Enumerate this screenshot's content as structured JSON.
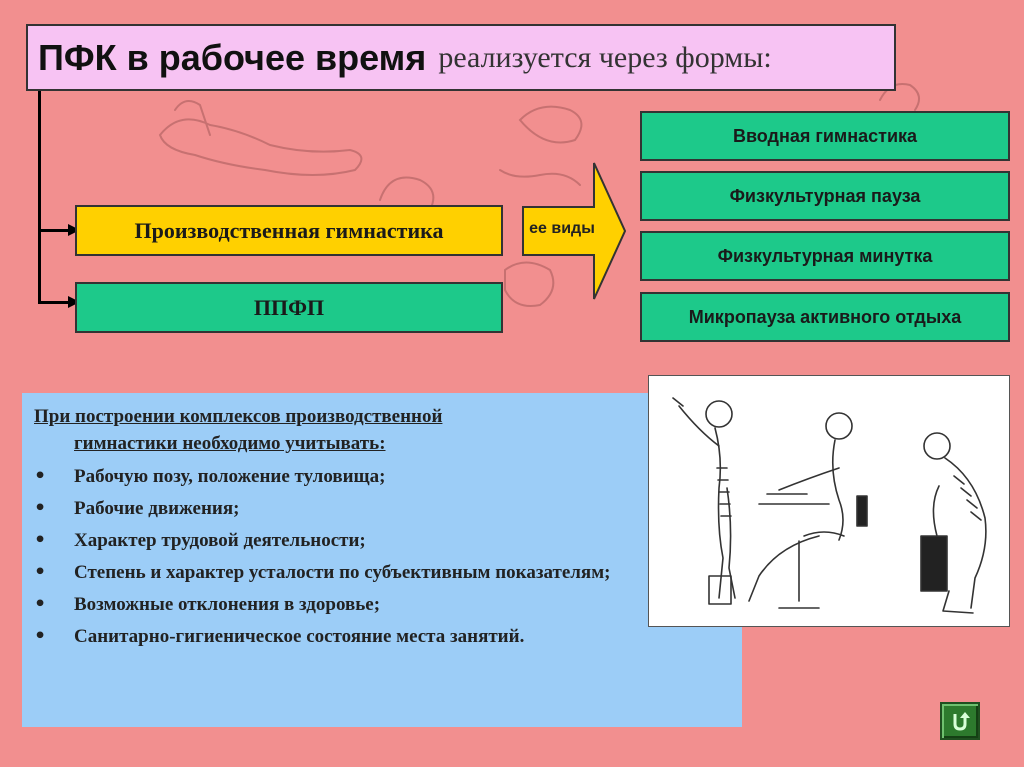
{
  "slide": {
    "title": {
      "main": "ПФК в рабочее время",
      "rest": "реализуется через формы:"
    },
    "branches": [
      {
        "label": "Производственная гимнастика"
      },
      {
        "label": "ППФП"
      }
    ],
    "arrow_label": "ее виды",
    "forms": [
      {
        "label": "Вводная гимнастика"
      },
      {
        "label": "Физкультурная пауза"
      },
      {
        "label": "Физкультурная минутка"
      },
      {
        "label": "Микропауза активного отдыха"
      }
    ],
    "info": {
      "heading_line1": "При построении комплексов производственной",
      "heading_line2": "гимнастики необходимо учитывать:",
      "bullet_glyph": "•",
      "items": [
        {
          "text": "Рабочую позу, положение туловища;"
        },
        {
          "text": "Рабочие движения;"
        },
        {
          "text": "Характер трудовой деятельности;"
        },
        {
          "text": "Степень и характер  усталости по субъективным показателям;"
        },
        {
          "text": "Возможные отклонения в здоровье;"
        },
        {
          "text": "Санитарно-гигиеническое состояние места занятий."
        }
      ]
    },
    "illustration_icon": "posture-illustration-icon",
    "return_icon": "return-arrow-icon"
  },
  "colors": {
    "background": "#f28f8f",
    "title_box": "#f7c3f3",
    "yellow": "#ffd000",
    "green": "#1dc98a",
    "info_panel": "#9ccdf7",
    "return_button": "#2d7a2d"
  }
}
